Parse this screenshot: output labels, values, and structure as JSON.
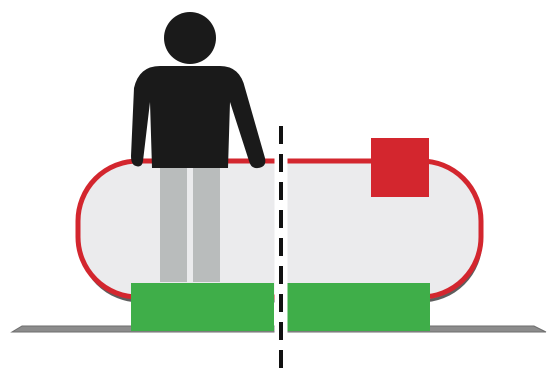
{
  "diagram": {
    "colors": {
      "background": "#ffffff",
      "ground": "#8c8c8c",
      "ground_stroke": "#6e6e6e",
      "capsule_fill": "#ebebed",
      "capsule_stroke": "#d3262e",
      "capsule_shadow": "#5e5e5e",
      "figure": "#1a1a1a",
      "legs_inside": "#b9bcbc",
      "marker": "#d3262e",
      "supports": "#3fae49",
      "divider": "#111111",
      "divider_gap": "#ffffff"
    },
    "elements": {
      "figure": "person-icon",
      "capsule": "rounded-capsule",
      "marker": "square-marker",
      "supports": "two-rectangular-bases",
      "divider": "dashed-vertical-line",
      "ground": "ground-line"
    }
  }
}
